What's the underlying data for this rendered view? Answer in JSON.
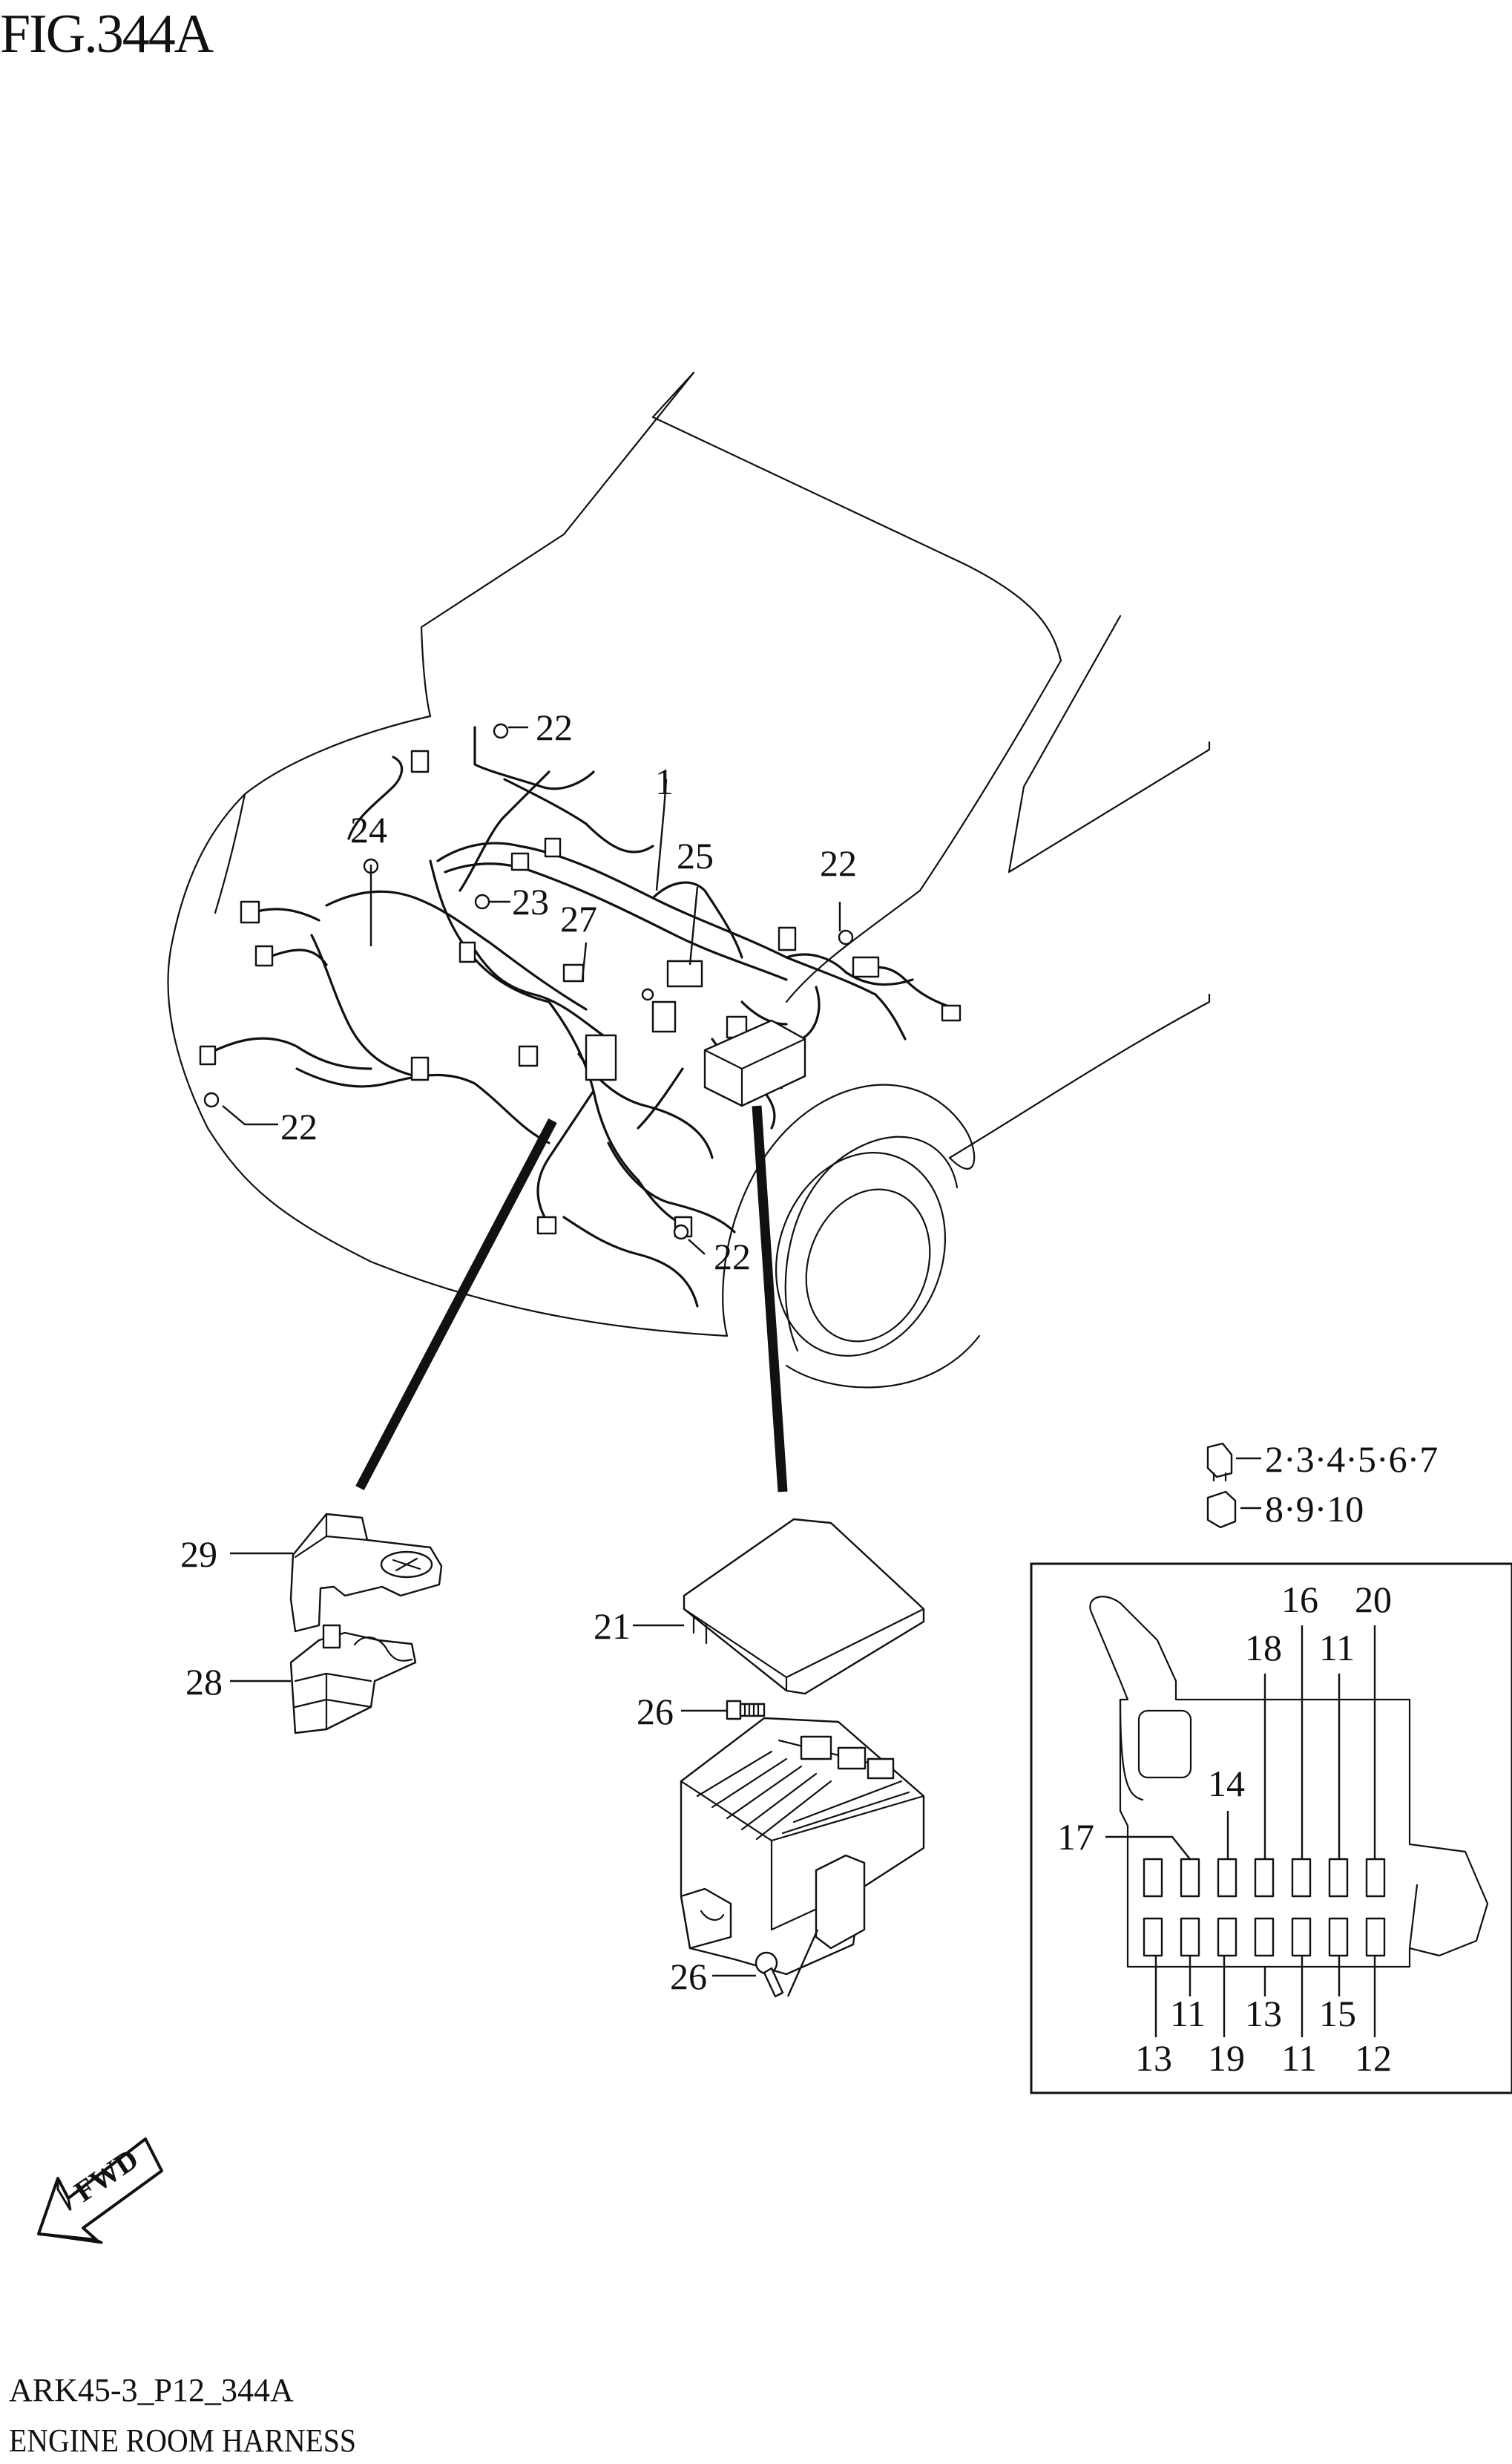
{
  "header": {
    "figure_title": "FIG.344A"
  },
  "callouts": {
    "c1": "1",
    "c22_top": "22",
    "c22_right": "22",
    "c22_left": "22",
    "c22_bottom": "22",
    "c23": "23",
    "c24": "24",
    "c25": "25",
    "c27": "27",
    "c29": "29",
    "c28": "28",
    "c21": "21",
    "c26_top": "26",
    "c26_bottom": "26"
  },
  "legend": {
    "relay_small": "2·3·4·5·6·7",
    "relay_large": "8·9·10"
  },
  "fusebox": {
    "top": [
      "16",
      "20",
      "18",
      "11",
      "14",
      "17"
    ],
    "bottom_inner": [
      "11",
      "13",
      "15"
    ],
    "bottom_outer": [
      "13",
      "19",
      "11",
      "12"
    ]
  },
  "footer": {
    "code": "ARK45-3_P12_344A",
    "caption": "ENGINE ROOM HARNESS"
  },
  "icons": {
    "fwd_arrow": "fwd-arrow-icon",
    "fwd_text": "FWD"
  }
}
